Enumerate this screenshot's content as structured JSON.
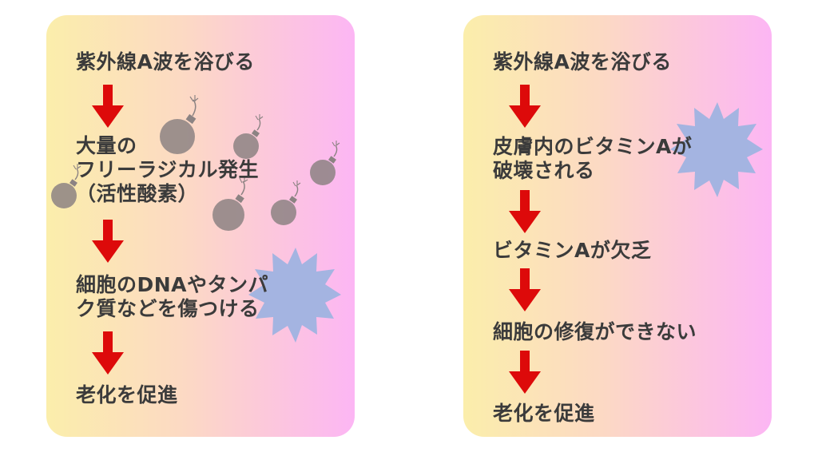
{
  "left_flow": {
    "steps": [
      "紫外線A波を浴びる",
      "大量の\nフリーラジカル発生\n（活性酸素）",
      "細胞のDNAやタンパ\nク質などを傷つける",
      "老化を促進"
    ]
  },
  "right_flow": {
    "steps": [
      "紫外線A波を浴びる",
      "皮膚内のビタミンAが\n破壊される",
      "ビタミンAが欠乏",
      "細胞の修復ができない",
      "老化を促進"
    ]
  },
  "colors": {
    "panel_gradient_start": "#fbeeab",
    "panel_gradient_mid": "#fcd9c4",
    "panel_gradient_end": "#fcb6f4",
    "text": "#3b3b3b",
    "arrow": "#dd0a0a",
    "burst": "#9fb3e0",
    "bomb": "#8c8383"
  }
}
